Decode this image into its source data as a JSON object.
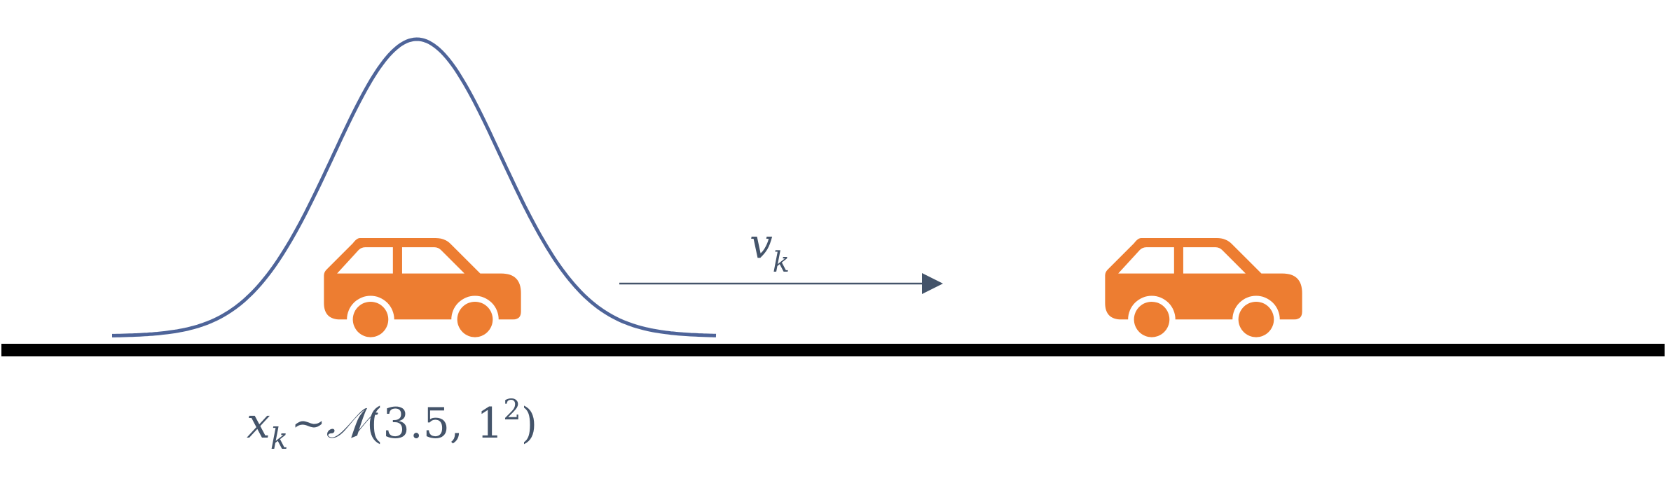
{
  "colors": {
    "curve": "#4e6499",
    "car": "#ed7d31",
    "ground": "#000000",
    "arrow": "#44546a",
    "math_text": "#44546a"
  },
  "distribution": {
    "family": "normal",
    "mean": 3.5,
    "std": 1
  },
  "icons": {
    "car_left": "car-icon",
    "car_right": "car-icon"
  },
  "velocity_label": {
    "symbol": "v",
    "subscript": "k"
  },
  "position_label": {
    "symbol": "x",
    "subscript": "k",
    "relation": "~",
    "dist_symbol": "𝒩",
    "open_paren": "(",
    "mean_text": "3.5",
    "separator": ", ",
    "variance_base": "1",
    "variance_exp": "2",
    "close_paren": ")"
  }
}
